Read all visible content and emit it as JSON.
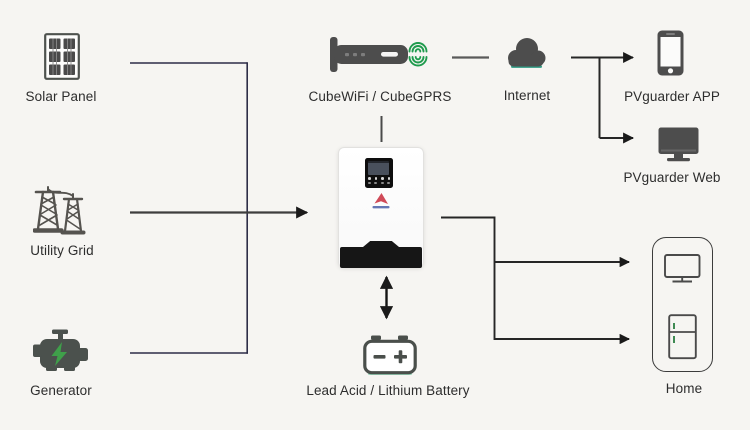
{
  "diagram": {
    "nodes": {
      "solar_panel": {
        "label": "Solar Panel",
        "icon": "solar-panel-icon"
      },
      "utility_grid": {
        "label": "Utility Grid",
        "icon": "utility-grid-icon"
      },
      "generator": {
        "label": "Generator",
        "icon": "generator-engine-icon"
      },
      "cubewifi": {
        "label": "CubeWiFi / CubeGPRS",
        "icon": "wifi-router-icon"
      },
      "internet": {
        "label": "Internet",
        "icon": "cloud-icon"
      },
      "pvguarder_app": {
        "label": "PVguarder APP",
        "icon": "smartphone-icon"
      },
      "pvguarder_web": {
        "label": "PVguarder Web",
        "icon": "desktop-monitor-icon"
      },
      "inverter": {
        "label": "",
        "icon": "solar-inverter-device"
      },
      "battery": {
        "label": "Lead Acid / Lithium Battery",
        "icon": "battery-icon"
      },
      "home": {
        "label": "Home",
        "icon": "home-appliances-icon"
      }
    },
    "connections": [
      {
        "from": "Solar Panel",
        "to": "Inverter",
        "style": "line"
      },
      {
        "from": "Utility Grid",
        "to": "Inverter",
        "style": "arrow"
      },
      {
        "from": "Generator",
        "to": "Inverter",
        "style": "line"
      },
      {
        "from": "CubeWiFi / CubeGPRS",
        "to": "Inverter",
        "style": "line"
      },
      {
        "from": "CubeWiFi / CubeGPRS",
        "to": "Internet",
        "style": "line"
      },
      {
        "from": "Internet",
        "to": "PVguarder APP",
        "style": "arrow"
      },
      {
        "from": "Internet",
        "to": "PVguarder Web",
        "style": "arrow"
      },
      {
        "from": "Inverter",
        "to": "Home",
        "style": "double-branch-arrow"
      },
      {
        "from": "Inverter",
        "to": "Lead Acid / Lithium Battery",
        "style": "bidirectional-arrow"
      }
    ],
    "colors": {
      "background": "#f6f5f2",
      "icon_gray": "#4d4d4d",
      "tower_gray": "#55534f",
      "accent_green": "#1f9b4d",
      "cloud_teal": "#2e9c84",
      "line_navy": "#2d2d47",
      "line_dark": "#262626",
      "inverter_black": "#161616",
      "logo_red": "#d04a58",
      "logo_blue": "#4a5fa8"
    }
  }
}
